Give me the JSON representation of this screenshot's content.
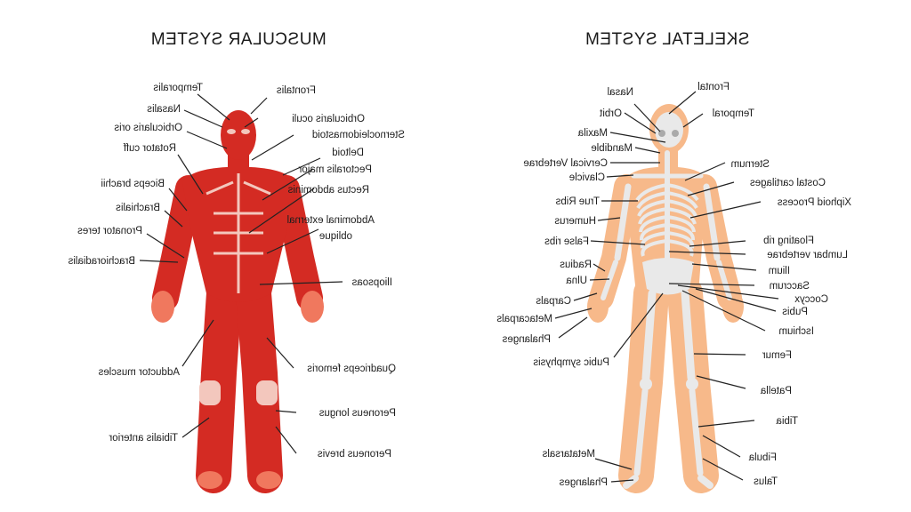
{
  "mirrored": true,
  "colors": {
    "muscle": "#d42b23",
    "muscle_light": "#f3c7bd",
    "skin": "#f7b98a",
    "bone": "#e9e9e9"
  },
  "muscular": {
    "title": "MUSCULAR SYSTEM",
    "labels": [
      "Temporalis",
      "Nasalis",
      "Orbicularis oris",
      "Rotator cuff",
      "Biceps brachii",
      "Brachialis",
      "Pronator teres",
      "Brachioradialis",
      "Adductor muscles",
      "Tibialis anterior",
      "Frontalis",
      "Orbicularis oculi",
      "Sternocleidomastoid",
      "Deltoid",
      "Pectoralis major",
      "Rectus abdominis",
      "Abdominal external",
      "oblique",
      "Iliopsoas",
      "Quadriceps femoris",
      "Peroneus longus",
      "Peroneus brevis"
    ]
  },
  "skeletal": {
    "title": "SKELETAL SYSTEM",
    "labels": [
      "Frontal",
      "Nasal",
      "Temporal",
      "Orbit",
      "Maxila",
      "Mandible",
      "Cervical Vertebrae",
      "Clavicle",
      "Sternum",
      "Costal cartilages",
      "Xiphoid Process",
      "True Ribs",
      "Humerus",
      "False ribs",
      "Floating rib",
      "Lumbar vertebrae",
      "Ilium",
      "Radius",
      "Ulna",
      "Saccrum",
      "Coccyx",
      "Carpals",
      "Pubis",
      "Metacarpals",
      "Ischium",
      "Phalanges",
      "Pubic symphysis",
      "Femur",
      "Patella",
      "Tibia",
      "Fibula",
      "Metatarsals",
      "Talus",
      "Phalanges"
    ]
  }
}
